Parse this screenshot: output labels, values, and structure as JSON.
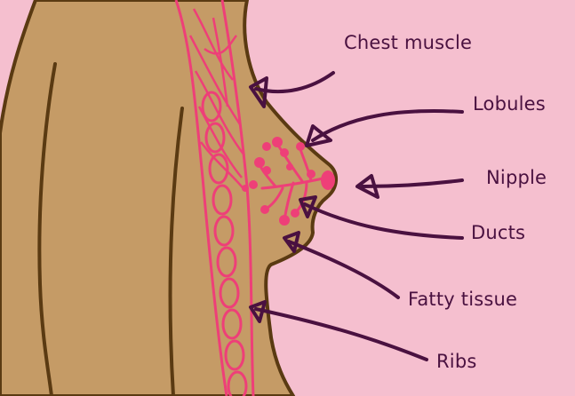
{
  "colors": {
    "background": "#f5bfcf",
    "skin": "#c59b66",
    "outline": "#5a3a12",
    "tissue": "#ee3f78",
    "arrow": "#4a1140"
  },
  "labels": {
    "chest_muscle": "Chest muscle",
    "lobules": "Lobules",
    "nipple": "Nipple",
    "ducts": "Ducts",
    "fatty_tissue": "Fatty tissue",
    "ribs": "Ribs"
  }
}
